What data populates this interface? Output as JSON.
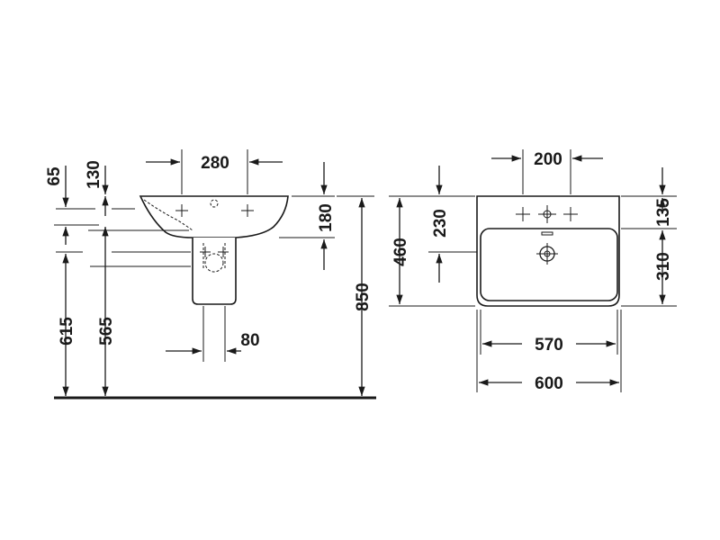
{
  "side_view": {
    "dim_65": "65",
    "dim_130": "130",
    "dim_280": "280",
    "dim_180": "180",
    "dim_615": "615",
    "dim_565": "565",
    "dim_80": "80",
    "dim_850": "850"
  },
  "top_view": {
    "dim_200": "200",
    "dim_230": "230",
    "dim_460": "460",
    "dim_135": "135",
    "dim_310": "310",
    "dim_570": "570",
    "dim_600": "600"
  }
}
